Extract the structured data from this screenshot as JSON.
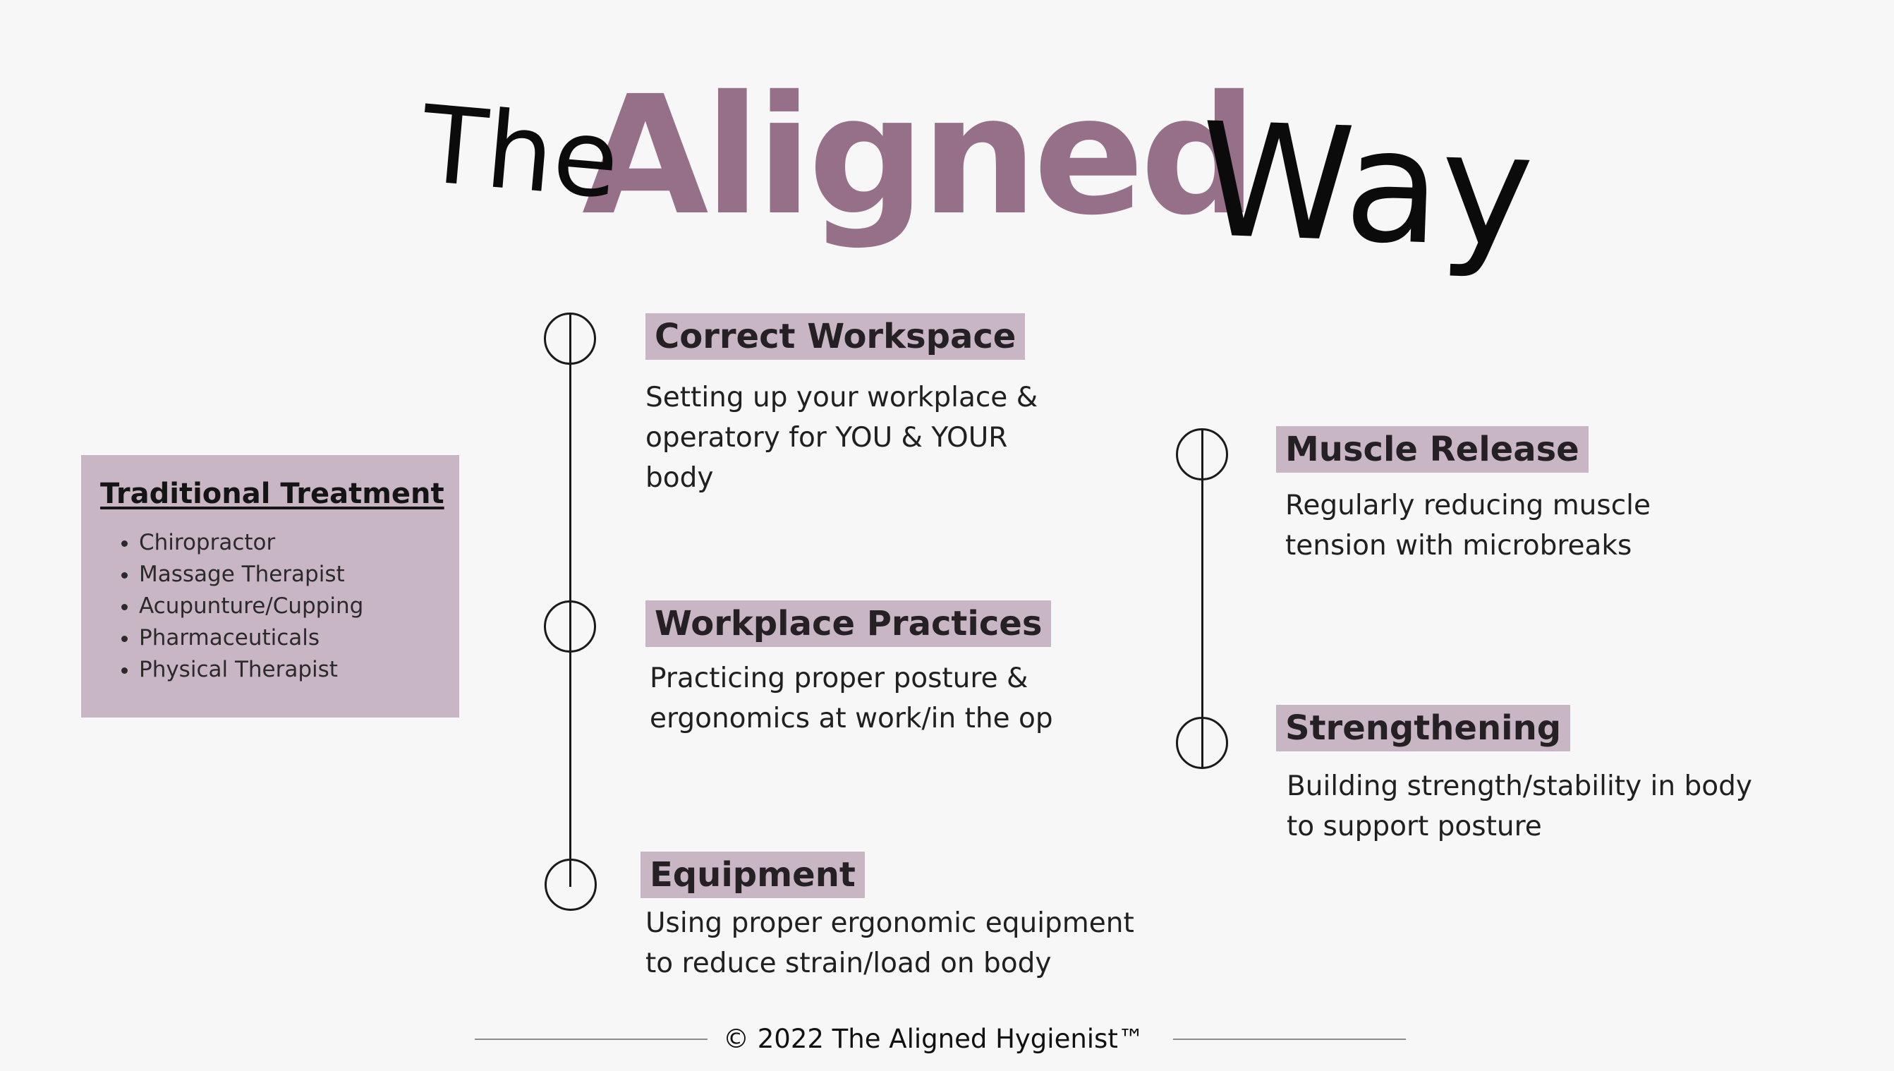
{
  "title": {
    "word_the": "The",
    "word_aligned": "Aligned",
    "word_way": "Way"
  },
  "traditional": {
    "title": "Traditional Treatment",
    "items": [
      "Chiropractor",
      "Massage Therapist",
      "Acupunture/Cupping",
      "Pharmaceuticals",
      "Physical Therapist"
    ]
  },
  "steps": [
    {
      "title": "Correct Workspace",
      "lines": [
        "Setting up your workplace &",
        "operatory for YOU & YOUR",
        "body"
      ]
    },
    {
      "title": "Workplace Practices",
      "lines": [
        "Practicing proper posture &",
        "ergonomics at work/in the op"
      ]
    },
    {
      "title": "Equipment",
      "lines": [
        "Using proper ergonomic equipment",
        "to reduce strain/load on body"
      ]
    },
    {
      "title": "Muscle Release",
      "lines": [
        "Regularly reducing muscle",
        "tension with microbreaks"
      ]
    },
    {
      "title": "Strengthening",
      "lines": [
        "Building strength/stability in body",
        "to support posture"
      ]
    }
  ],
  "footer": {
    "text": "© 2022 The Aligned Hygienist™"
  },
  "colors": {
    "accent": "#966f89",
    "highlight": "#c9b6c4",
    "text": "#1b1b1b",
    "background": "#f8f7f8"
  }
}
